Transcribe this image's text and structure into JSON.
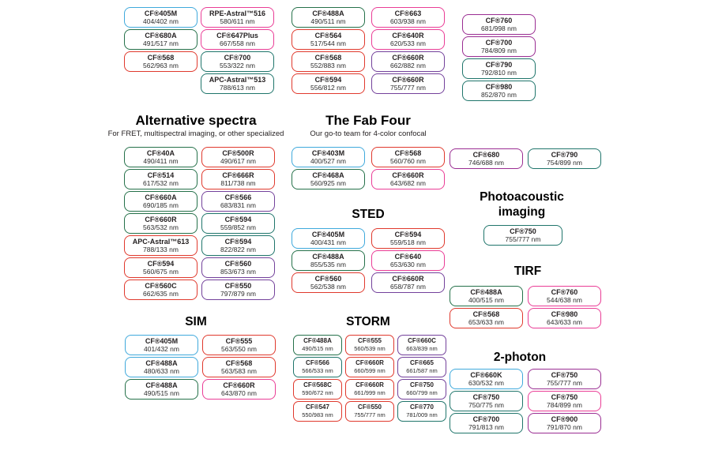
{
  "palette": {
    "blue": "#3FA9DC",
    "green": "#25714A",
    "red": "#E0392D",
    "pink": "#EA3D96",
    "purple": "#73419B",
    "plum": "#9A2D92",
    "teal": "#1F756B"
  },
  "chart_data": {
    "type": "table",
    "sections": {
      "alternative": {
        "title": "Alternative spectra",
        "subtitle": "For FRET, multispectral imaging, or other specialized"
      },
      "fabfour": {
        "title": "The Fab Four",
        "subtitle": "Our go-to team for 4-color confocal"
      },
      "sted": {
        "title": "STED"
      },
      "photoacoustic": {
        "title": "Photoacoustic imaging"
      },
      "tirf": {
        "title": "TIRF"
      },
      "sim": {
        "title": "SIM"
      },
      "storm": {
        "title": "STORM"
      },
      "twophoton": {
        "title": "2-photon"
      }
    },
    "groups": {
      "top_a": [
        {
          "name": "CF®405M",
          "value": "404/402 nm",
          "color": "blue"
        },
        {
          "name": "CF®680A",
          "value": "491/517 nm",
          "color": "green"
        },
        {
          "name": "CF®568",
          "value": "562/963 nm",
          "color": "red"
        }
      ],
      "top_b": [
        {
          "name": "RPE-Astral™516",
          "value": "580/611 nm",
          "color": "pink"
        },
        {
          "name": "CF®647Plus",
          "value": "667/558 nm",
          "color": "pink"
        },
        {
          "name": "CF®700",
          "value": "553/322 nm",
          "color": "teal"
        },
        {
          "name": "APC-Astral™513",
          "value": "788/613 nm",
          "color": "teal"
        }
      ],
      "top_c": [
        {
          "name": "CF®488A",
          "value": "490/511 nm",
          "color": "green"
        },
        {
          "name": "CF®564",
          "value": "517/544 nm",
          "color": "red"
        },
        {
          "name": "CF®568",
          "value": "552/883 nm",
          "color": "red"
        },
        {
          "name": "CF®594",
          "value": "556/812 nm",
          "color": "red"
        }
      ],
      "top_d": [
        {
          "name": "CF®663",
          "value": "603/938 nm",
          "color": "pink"
        },
        {
          "name": "CF®640R",
          "value": "620/533 nm",
          "color": "pink"
        },
        {
          "name": "CF®660R",
          "value": "662/882 nm",
          "color": "purple"
        },
        {
          "name": "CF®660R",
          "value": "755/777 nm",
          "color": "purple"
        }
      ],
      "top_e": [
        {
          "name": "CF®760",
          "value": "681/998 nm",
          "color": "plum"
        },
        {
          "name": "CF®700",
          "value": "784/809 nm",
          "color": "plum"
        },
        {
          "name": "CF®790",
          "value": "792/810 nm",
          "color": "teal"
        },
        {
          "name": "CF®980",
          "value": "852/870 nm",
          "color": "teal"
        }
      ],
      "alternative": [
        {
          "name": "CF®40A",
          "value": "490/411 nm",
          "color": "green"
        },
        {
          "name": "CF®500R",
          "value": "490/617 nm",
          "color": "red"
        },
        {
          "name": "CF®514",
          "value": "617/532 nm",
          "color": "green"
        },
        {
          "name": "CF®666R",
          "value": "811/738 nm",
          "color": "red"
        },
        {
          "name": "CF®660A",
          "value": "690/185 nm",
          "color": "green"
        },
        {
          "name": "CF®566",
          "value": "683/831 nm",
          "color": "purple"
        },
        {
          "name": "CF®660R",
          "value": "563/532 nm",
          "color": "green"
        },
        {
          "name": "CF®594",
          "value": "559/852 nm",
          "color": "teal"
        },
        {
          "name": "APC-Astral™613",
          "value": "788/133 nm",
          "color": "red"
        },
        {
          "name": "CF®594",
          "value": "822/822 nm",
          "color": "teal"
        },
        {
          "name": "CF®594",
          "value": "560/675 nm",
          "color": "red"
        },
        {
          "name": "CF®560",
          "value": "853/673 nm",
          "color": "purple"
        },
        {
          "name": "CF®560C",
          "value": "662/635 nm",
          "color": "red"
        },
        {
          "name": "CF®550",
          "value": "797/879 nm",
          "color": "purple"
        }
      ],
      "fabfour": [
        {
          "name": "CF®403M",
          "value": "400/527 nm",
          "color": "blue"
        },
        {
          "name": "CF®568",
          "value": "560/760 nm",
          "color": "red"
        },
        {
          "name": "CF®468A",
          "value": "560/925 nm",
          "color": "green"
        },
        {
          "name": "CF®660R",
          "value": "643/682 nm",
          "color": "pink"
        }
      ],
      "sted": [
        {
          "name": "CF®405M",
          "value": "400/431 nm",
          "color": "blue"
        },
        {
          "name": "CF®594",
          "value": "559/518 nm",
          "color": "red"
        },
        {
          "name": "CF®488A",
          "value": "855/535 nm",
          "color": "green"
        },
        {
          "name": "CF®640",
          "value": "653/630 nm",
          "color": "pink"
        },
        {
          "name": "CF®560",
          "value": "562/538 nm",
          "color": "red"
        },
        {
          "name": "CF®660R",
          "value": "658/787 nm",
          "color": "purple"
        }
      ],
      "right_pair": [
        {
          "name": "CF®680",
          "value": "746/688 nm",
          "color": "plum"
        },
        {
          "name": "CF®790",
          "value": "754/899 nm",
          "color": "teal"
        }
      ],
      "photoacoustic": [
        {
          "name": "CF®750",
          "value": "755/777 nm",
          "color": "teal"
        }
      ],
      "tirf": [
        {
          "name": "CF®488A",
          "value": "400/515 nm",
          "color": "green"
        },
        {
          "name": "CF®760",
          "value": "544/638 nm",
          "color": "pink"
        },
        {
          "name": "CF®568",
          "value": "653/633 nm",
          "color": "red"
        },
        {
          "name": "CF®980",
          "value": "643/633 nm",
          "color": "pink"
        }
      ],
      "sim": [
        {
          "name": "CF®405M",
          "value": "401/432 nm",
          "color": "blue"
        },
        {
          "name": "CF®555",
          "value": "563/550 nm",
          "color": "red"
        },
        {
          "name": "CF®488A",
          "value": "480/633 nm",
          "color": "blue"
        },
        {
          "name": "CF®568",
          "value": "563/583 nm",
          "color": "red"
        },
        {
          "name": "CF®488A",
          "value": "490/515 nm",
          "color": "green"
        },
        {
          "name": "CF®660R",
          "value": "643/870 nm",
          "color": "pink"
        }
      ],
      "storm": [
        {
          "name": "CF®488A",
          "value": "490/515 nm",
          "color": "green"
        },
        {
          "name": "CF®555",
          "value": "560/539 nm",
          "color": "red"
        },
        {
          "name": "CF®660C",
          "value": "663/839 nm",
          "color": "purple"
        },
        {
          "name": "CF®566",
          "value": "566/533 nm",
          "color": "teal"
        },
        {
          "name": "CF®660R",
          "value": "660/599 nm",
          "color": "red"
        },
        {
          "name": "CF®665",
          "value": "661/587 nm",
          "color": "purple"
        },
        {
          "name": "CF®568C",
          "value": "590/672 nm",
          "color": "red"
        },
        {
          "name": "CF®660R",
          "value": "661/999 nm",
          "color": "red"
        },
        {
          "name": "CF®750",
          "value": "660/799 nm",
          "color": "purple"
        },
        {
          "name": "CF®547",
          "value": "550/983 nm",
          "color": "red"
        },
        {
          "name": "CF®550",
          "value": "755/777 nm",
          "color": "red"
        },
        {
          "name": "CF®770",
          "value": "781/009 nm",
          "color": "teal"
        }
      ],
      "twophoton": [
        {
          "name": "CF®660K",
          "value": "630/532 nm",
          "color": "blue"
        },
        {
          "name": "CF®750",
          "value": "755/777 nm",
          "color": "plum"
        },
        {
          "name": "CF®750",
          "value": "750/775 nm",
          "color": "teal"
        },
        {
          "name": "CF®750",
          "value": "784/899 nm",
          "color": "pink"
        },
        {
          "name": "CF®700",
          "value": "791/813 nm",
          "color": "teal"
        },
        {
          "name": "CF®900",
          "value": "791/870 nm",
          "color": "plum"
        }
      ]
    }
  }
}
